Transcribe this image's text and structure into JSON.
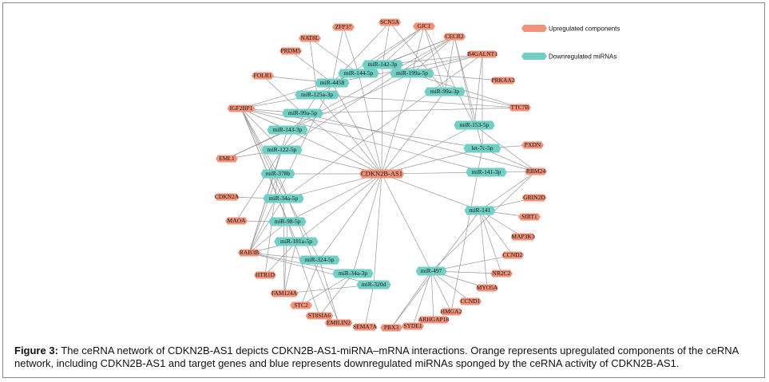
{
  "figure": {
    "caption_label": "Figure 3:",
    "caption_text": "The ceRNA network of CDKN2B-AS1 depicts CDKN2B-AS1-miRNA–mRNA interactions. Orange represents upregulated components of the ceRNA network, including CDKN2B-AS1 and target genes and blue represents downregulated miRNAs sponged by the ceRNA activity of CDKN2B-AS1."
  },
  "legend": {
    "upregulated_label": "Upregulated components",
    "downregulated_label": "Downregulated miRNAs",
    "upregulated_color": "#f0937a",
    "downregulated_color": "#72cfc3"
  },
  "colors": {
    "edge": "#9a9a9a",
    "mrna": "#f0937a",
    "mirna": "#72cfc3",
    "hub": "#f0937a"
  },
  "hub": {
    "id": "CDKN2B-AS1",
    "label": "CDKN2B-AS1"
  },
  "mirnas": [
    "miR-142-3p",
    "miR-144-5p",
    "miR-199a-5p",
    "miR-4458",
    "miR-125a-3p",
    "miR-99a-3p",
    "miR-99a-5p",
    "miR-143-3p",
    "miR-153-5p",
    "let-7c-5p",
    "miR-122-5p",
    "miR-378b",
    "miR-141-3p",
    "miR-34a-5p",
    "miR-141",
    "miR-98-5p",
    "miR-181a-5p",
    "miR-324-5p",
    "miR-34a-3p",
    "miR-497",
    "miR-320d"
  ],
  "mrnas": [
    "SCN5A",
    "ZFP37",
    "GJC1",
    "NAT8L",
    "CECR2",
    "PRDM5",
    "B4GALNT1",
    "FOLR1",
    "PRKAA2",
    "IGF2BP1",
    "TTC7B",
    "PXDN",
    "EML1",
    "RBM24",
    "CDKN2A",
    "GRIN2D",
    "SIRT1",
    "MAOA",
    "MAP3K3",
    "RAB3B",
    "CCND2",
    "HTR1D",
    "NR2C2",
    "MYO5A",
    "FAM124A",
    "CCND1",
    "STC2",
    "HMGA2",
    "ST8SIA6",
    "EMILIN2",
    "ARHGAP18",
    "SEMA7A",
    "SYDE1",
    "PBX3"
  ],
  "edges": [
    [
      "CDKN2B-AS1",
      "miR-142-3p"
    ],
    [
      "CDKN2B-AS1",
      "miR-144-5p"
    ],
    [
      "CDKN2B-AS1",
      "miR-199a-5p"
    ],
    [
      "CDKN2B-AS1",
      "miR-4458"
    ],
    [
      "CDKN2B-AS1",
      "miR-125a-3p"
    ],
    [
      "CDKN2B-AS1",
      "miR-99a-3p"
    ],
    [
      "CDKN2B-AS1",
      "miR-99a-5p"
    ],
    [
      "CDKN2B-AS1",
      "miR-143-3p"
    ],
    [
      "CDKN2B-AS1",
      "miR-153-5p"
    ],
    [
      "CDKN2B-AS1",
      "let-7c-5p"
    ],
    [
      "CDKN2B-AS1",
      "miR-122-5p"
    ],
    [
      "CDKN2B-AS1",
      "miR-378b"
    ],
    [
      "CDKN2B-AS1",
      "miR-141-3p"
    ],
    [
      "CDKN2B-AS1",
      "miR-34a-5p"
    ],
    [
      "CDKN2B-AS1",
      "miR-141"
    ],
    [
      "CDKN2B-AS1",
      "miR-98-5p"
    ],
    [
      "CDKN2B-AS1",
      "miR-181a-5p"
    ],
    [
      "CDKN2B-AS1",
      "miR-324-5p"
    ],
    [
      "CDKN2B-AS1",
      "miR-34a-3p"
    ],
    [
      "CDKN2B-AS1",
      "miR-497"
    ],
    [
      "CDKN2B-AS1",
      "miR-320d"
    ],
    [
      "miR-142-3p",
      "SCN5A"
    ],
    [
      "miR-142-3p",
      "GJC1"
    ],
    [
      "miR-142-3p",
      "CECR2"
    ],
    [
      "miR-142-3p",
      "B4GALNT1"
    ],
    [
      "miR-142-3p",
      "TTC7B"
    ],
    [
      "miR-144-5p",
      "ZFP37"
    ],
    [
      "miR-144-5p",
      "NAT8L"
    ],
    [
      "miR-144-5p",
      "GJC1"
    ],
    [
      "miR-144-5p",
      "IGF2BP1"
    ],
    [
      "miR-144-5p",
      "CECR2"
    ],
    [
      "miR-199a-5p",
      "GJC1"
    ],
    [
      "miR-199a-5p",
      "CECR2"
    ],
    [
      "miR-199a-5p",
      "B4GALNT1"
    ],
    [
      "miR-199a-5p",
      "PRKAA2"
    ],
    [
      "miR-199a-5p",
      "EML1"
    ],
    [
      "miR-4458",
      "ZFP37"
    ],
    [
      "miR-4458",
      "PRDM5"
    ],
    [
      "miR-4458",
      "FOLR1"
    ],
    [
      "miR-4458",
      "SCN5A"
    ],
    [
      "miR-4458",
      "B4GALNT1"
    ],
    [
      "miR-4458",
      "RAB3B"
    ],
    [
      "miR-125a-3p",
      "NAT8L"
    ],
    [
      "miR-125a-3p",
      "IGF2BP1"
    ],
    [
      "miR-125a-3p",
      "GJC1"
    ],
    [
      "miR-125a-3p",
      "TTC7B"
    ],
    [
      "miR-125a-3p",
      "MAOA"
    ],
    [
      "miR-99a-3p",
      "GJC1"
    ],
    [
      "miR-99a-3p",
      "CECR2"
    ],
    [
      "miR-99a-3p",
      "TTC7B"
    ],
    [
      "miR-99a-3p",
      "SCN5A"
    ],
    [
      "miR-99a-5p",
      "IGF2BP1"
    ],
    [
      "miR-99a-5p",
      "TTC7B"
    ],
    [
      "miR-99a-5p",
      "FOLR1"
    ],
    [
      "miR-99a-5p",
      "RBM24"
    ],
    [
      "miR-143-3p",
      "IGF2BP1"
    ],
    [
      "miR-143-3p",
      "EML1"
    ],
    [
      "miR-143-3p",
      "CECR2"
    ],
    [
      "miR-143-3p",
      "RAB3B"
    ],
    [
      "miR-153-5p",
      "CECR2"
    ],
    [
      "miR-153-5p",
      "B4GALNT1"
    ],
    [
      "miR-153-5p",
      "GJC1"
    ],
    [
      "miR-153-5p",
      "RBM24"
    ],
    [
      "let-7c-5p",
      "B4GALNT1"
    ],
    [
      "let-7c-5p",
      "PXDN"
    ],
    [
      "let-7c-5p",
      "CECR2"
    ],
    [
      "let-7c-5p",
      "IGF2BP1"
    ],
    [
      "let-7c-5p",
      "HMGA2"
    ],
    [
      "let-7c-5p",
      "RBM24"
    ],
    [
      "miR-122-5p",
      "IGF2BP1"
    ],
    [
      "miR-122-5p",
      "EML1"
    ],
    [
      "miR-122-5p",
      "RAB3B"
    ],
    [
      "miR-122-5p",
      "CECR2"
    ],
    [
      "miR-378b",
      "IGF2BP1"
    ],
    [
      "miR-378b",
      "RAB3B"
    ],
    [
      "miR-378b",
      "HTR1D"
    ],
    [
      "miR-378b",
      "EMILIN2"
    ],
    [
      "miR-141-3p",
      "RBM24"
    ],
    [
      "miR-141-3p",
      "IGF2BP1"
    ],
    [
      "miR-34a-5p",
      "IGF2BP1"
    ],
    [
      "miR-34a-5p",
      "CDKN2A"
    ],
    [
      "miR-34a-5p",
      "RAB3B"
    ],
    [
      "miR-34a-5p",
      "FAM124A"
    ],
    [
      "miR-34a-5p",
      "B4GALNT1"
    ],
    [
      "miR-141",
      "RBM24"
    ],
    [
      "miR-141",
      "GRIN2D"
    ],
    [
      "miR-141",
      "SIRT1"
    ],
    [
      "miR-141",
      "MAP3K3"
    ],
    [
      "miR-141",
      "CCND2"
    ],
    [
      "miR-141",
      "NR2C2"
    ],
    [
      "miR-141",
      "PBX3"
    ],
    [
      "miR-141",
      "MYO5A"
    ],
    [
      "miR-98-5p",
      "MAOA"
    ],
    [
      "miR-98-5p",
      "RAB3B"
    ],
    [
      "miR-98-5p",
      "IGF2BP1"
    ],
    [
      "miR-98-5p",
      "FAM124A"
    ],
    [
      "miR-98-5p",
      "ST8SIA6"
    ],
    [
      "miR-181a-5p",
      "RAB3B"
    ],
    [
      "miR-181a-5p",
      "HTR1D"
    ],
    [
      "miR-181a-5p",
      "FAM124A"
    ],
    [
      "miR-181a-5p",
      "IGF2BP1"
    ],
    [
      "miR-324-5p",
      "RAB3B"
    ],
    [
      "miR-324-5p",
      "STC2"
    ],
    [
      "miR-324-5p",
      "EMILIN2"
    ],
    [
      "miR-324-5p",
      "IGF2BP1"
    ],
    [
      "miR-34a-3p",
      "RAB3B"
    ],
    [
      "miR-34a-3p",
      "STC2"
    ],
    [
      "miR-34a-3p",
      "ST8SIA6"
    ],
    [
      "miR-320d",
      "FAM124A"
    ],
    [
      "miR-320d",
      "SEMA7A"
    ],
    [
      "miR-320d",
      "RAB3B"
    ],
    [
      "miR-497",
      "NR2C2"
    ],
    [
      "miR-497",
      "MYO5A"
    ],
    [
      "miR-497",
      "CCND1"
    ],
    [
      "miR-497",
      "HMGA2"
    ],
    [
      "miR-497",
      "ARHGAP18"
    ],
    [
      "miR-497",
      "SYDE1"
    ],
    [
      "miR-497",
      "PBX3"
    ],
    [
      "miR-497",
      "CCND2"
    ],
    [
      "miR-497",
      "RBM24"
    ]
  ]
}
